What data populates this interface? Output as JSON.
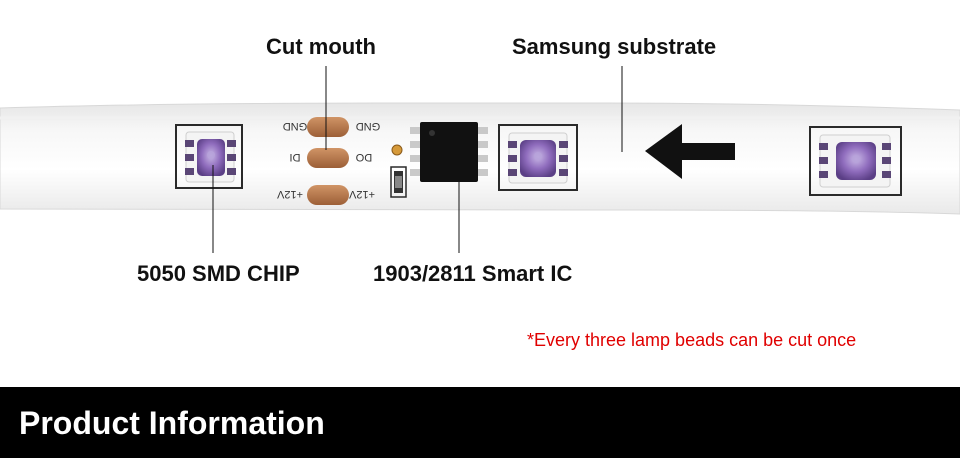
{
  "labels": {
    "cut_mouth": "Cut mouth",
    "substrate": "Samsung substrate",
    "chip": "5050 SMD CHIP",
    "ic": "1903/2811 Smart IC"
  },
  "pads": {
    "left": [
      "GND",
      "DI",
      "+12V"
    ],
    "right": [
      "GND",
      "DO",
      "+12V"
    ]
  },
  "note": "*Every three lamp beads can be cut once",
  "footer": {
    "title": "Product Information"
  },
  "colors": {
    "note_text": "#e00000",
    "footer_bg": "#000000",
    "footer_text": "#ffffff",
    "copper_pad": "#b8764a",
    "chip_body": "#111111",
    "led_lens": "#7d5aa6"
  },
  "icons": {
    "direction_arrow": "arrow-left-icon"
  }
}
